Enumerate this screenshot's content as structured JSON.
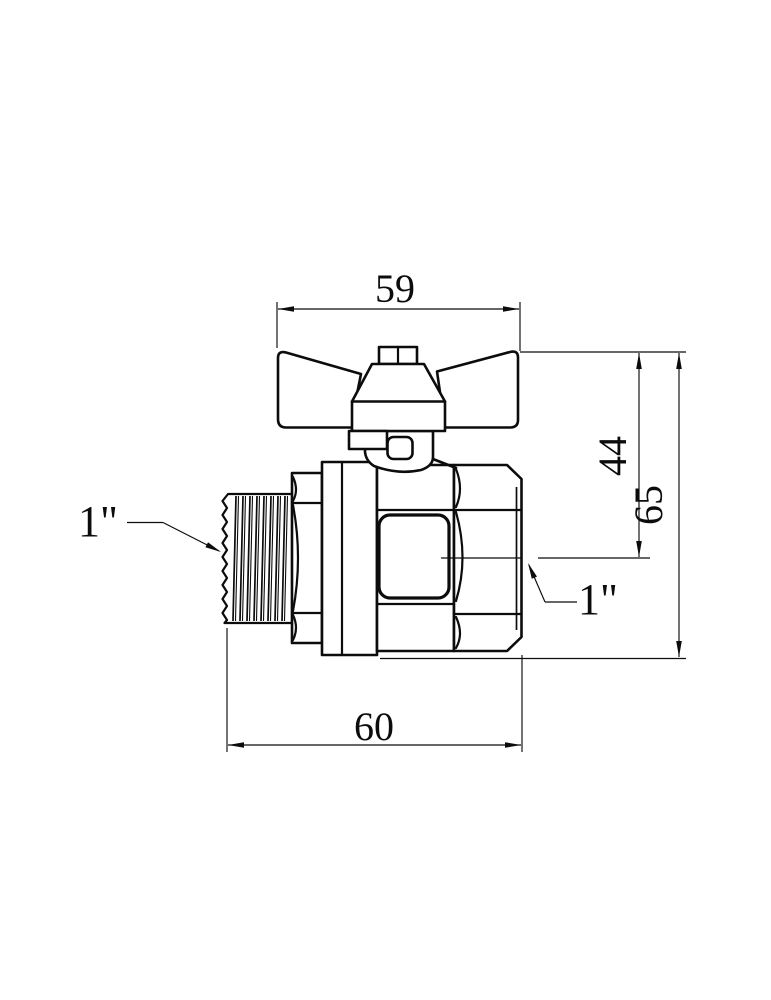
{
  "drawing": {
    "background": "#ffffff",
    "ink": "#0c0c0c",
    "type": "technical-drawing",
    "subject": "Ball valve with butterfly handle, male x female connection, side view with dimensions",
    "dim59": {
      "label": "59",
      "orientation": "horizontal",
      "measures": "handle-width"
    },
    "dim44": {
      "label": "44",
      "orientation": "vertical",
      "measures": "centerline-to-handle-top"
    },
    "dim65": {
      "label": "65",
      "orientation": "vertical",
      "measures": "body-bottom-to-handle-top"
    },
    "dim60": {
      "label": "60",
      "orientation": "horizontal",
      "measures": "overall-length"
    },
    "thread_left": {
      "label": "1\"",
      "measures": "male-thread-size"
    },
    "thread_right": {
      "label": "1\"",
      "measures": "female-thread-size"
    }
  }
}
